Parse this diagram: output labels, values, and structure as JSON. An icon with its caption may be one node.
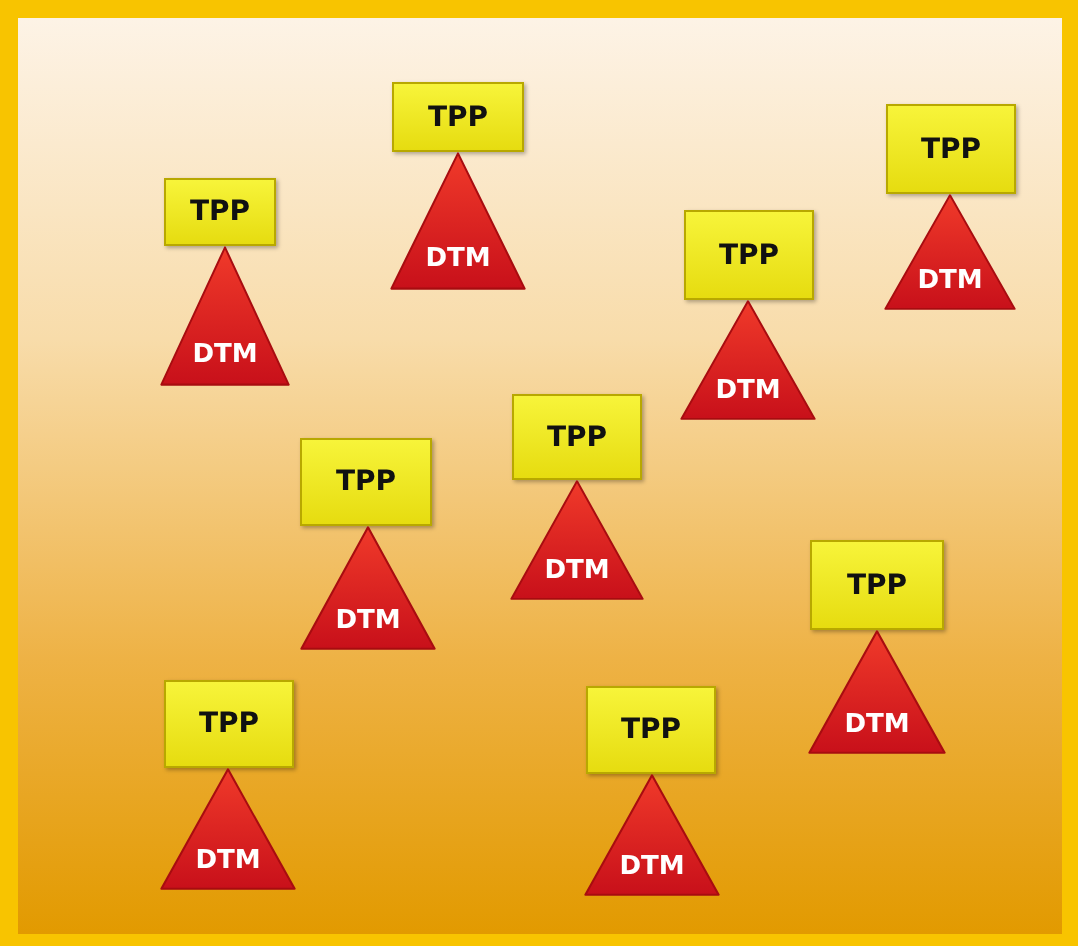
{
  "diagram": {
    "nodes": [
      {
        "text": [
          "TPP"
        ]
      },
      {
        "text": [
          "DTM"
        ]
      },
      {
        "text": [
          "TPP"
        ]
      },
      {
        "text": [
          "DTM"
        ]
      },
      {
        "text": [
          "TPP"
        ]
      },
      {
        "text": [
          "DTM"
        ]
      },
      {
        "text": [
          "TPP"
        ]
      },
      {
        "text": [
          "DTM"
        ]
      },
      {
        "text": [
          "TPP"
        ]
      },
      {
        "text": [
          "DTM"
        ]
      },
      {
        "text": [
          "TPP"
        ]
      },
      {
        "text": [
          "DTM"
        ]
      },
      {
        "text": [
          "TPP"
        ]
      },
      {
        "text": [
          "DTM"
        ]
      },
      {
        "text": [
          "TPP"
        ]
      },
      {
        "text": [
          "DTM"
        ]
      },
      {
        "text": [
          "TPP"
        ]
      },
      {
        "text": [
          "DTM"
        ]
      }
    ]
  }
}
